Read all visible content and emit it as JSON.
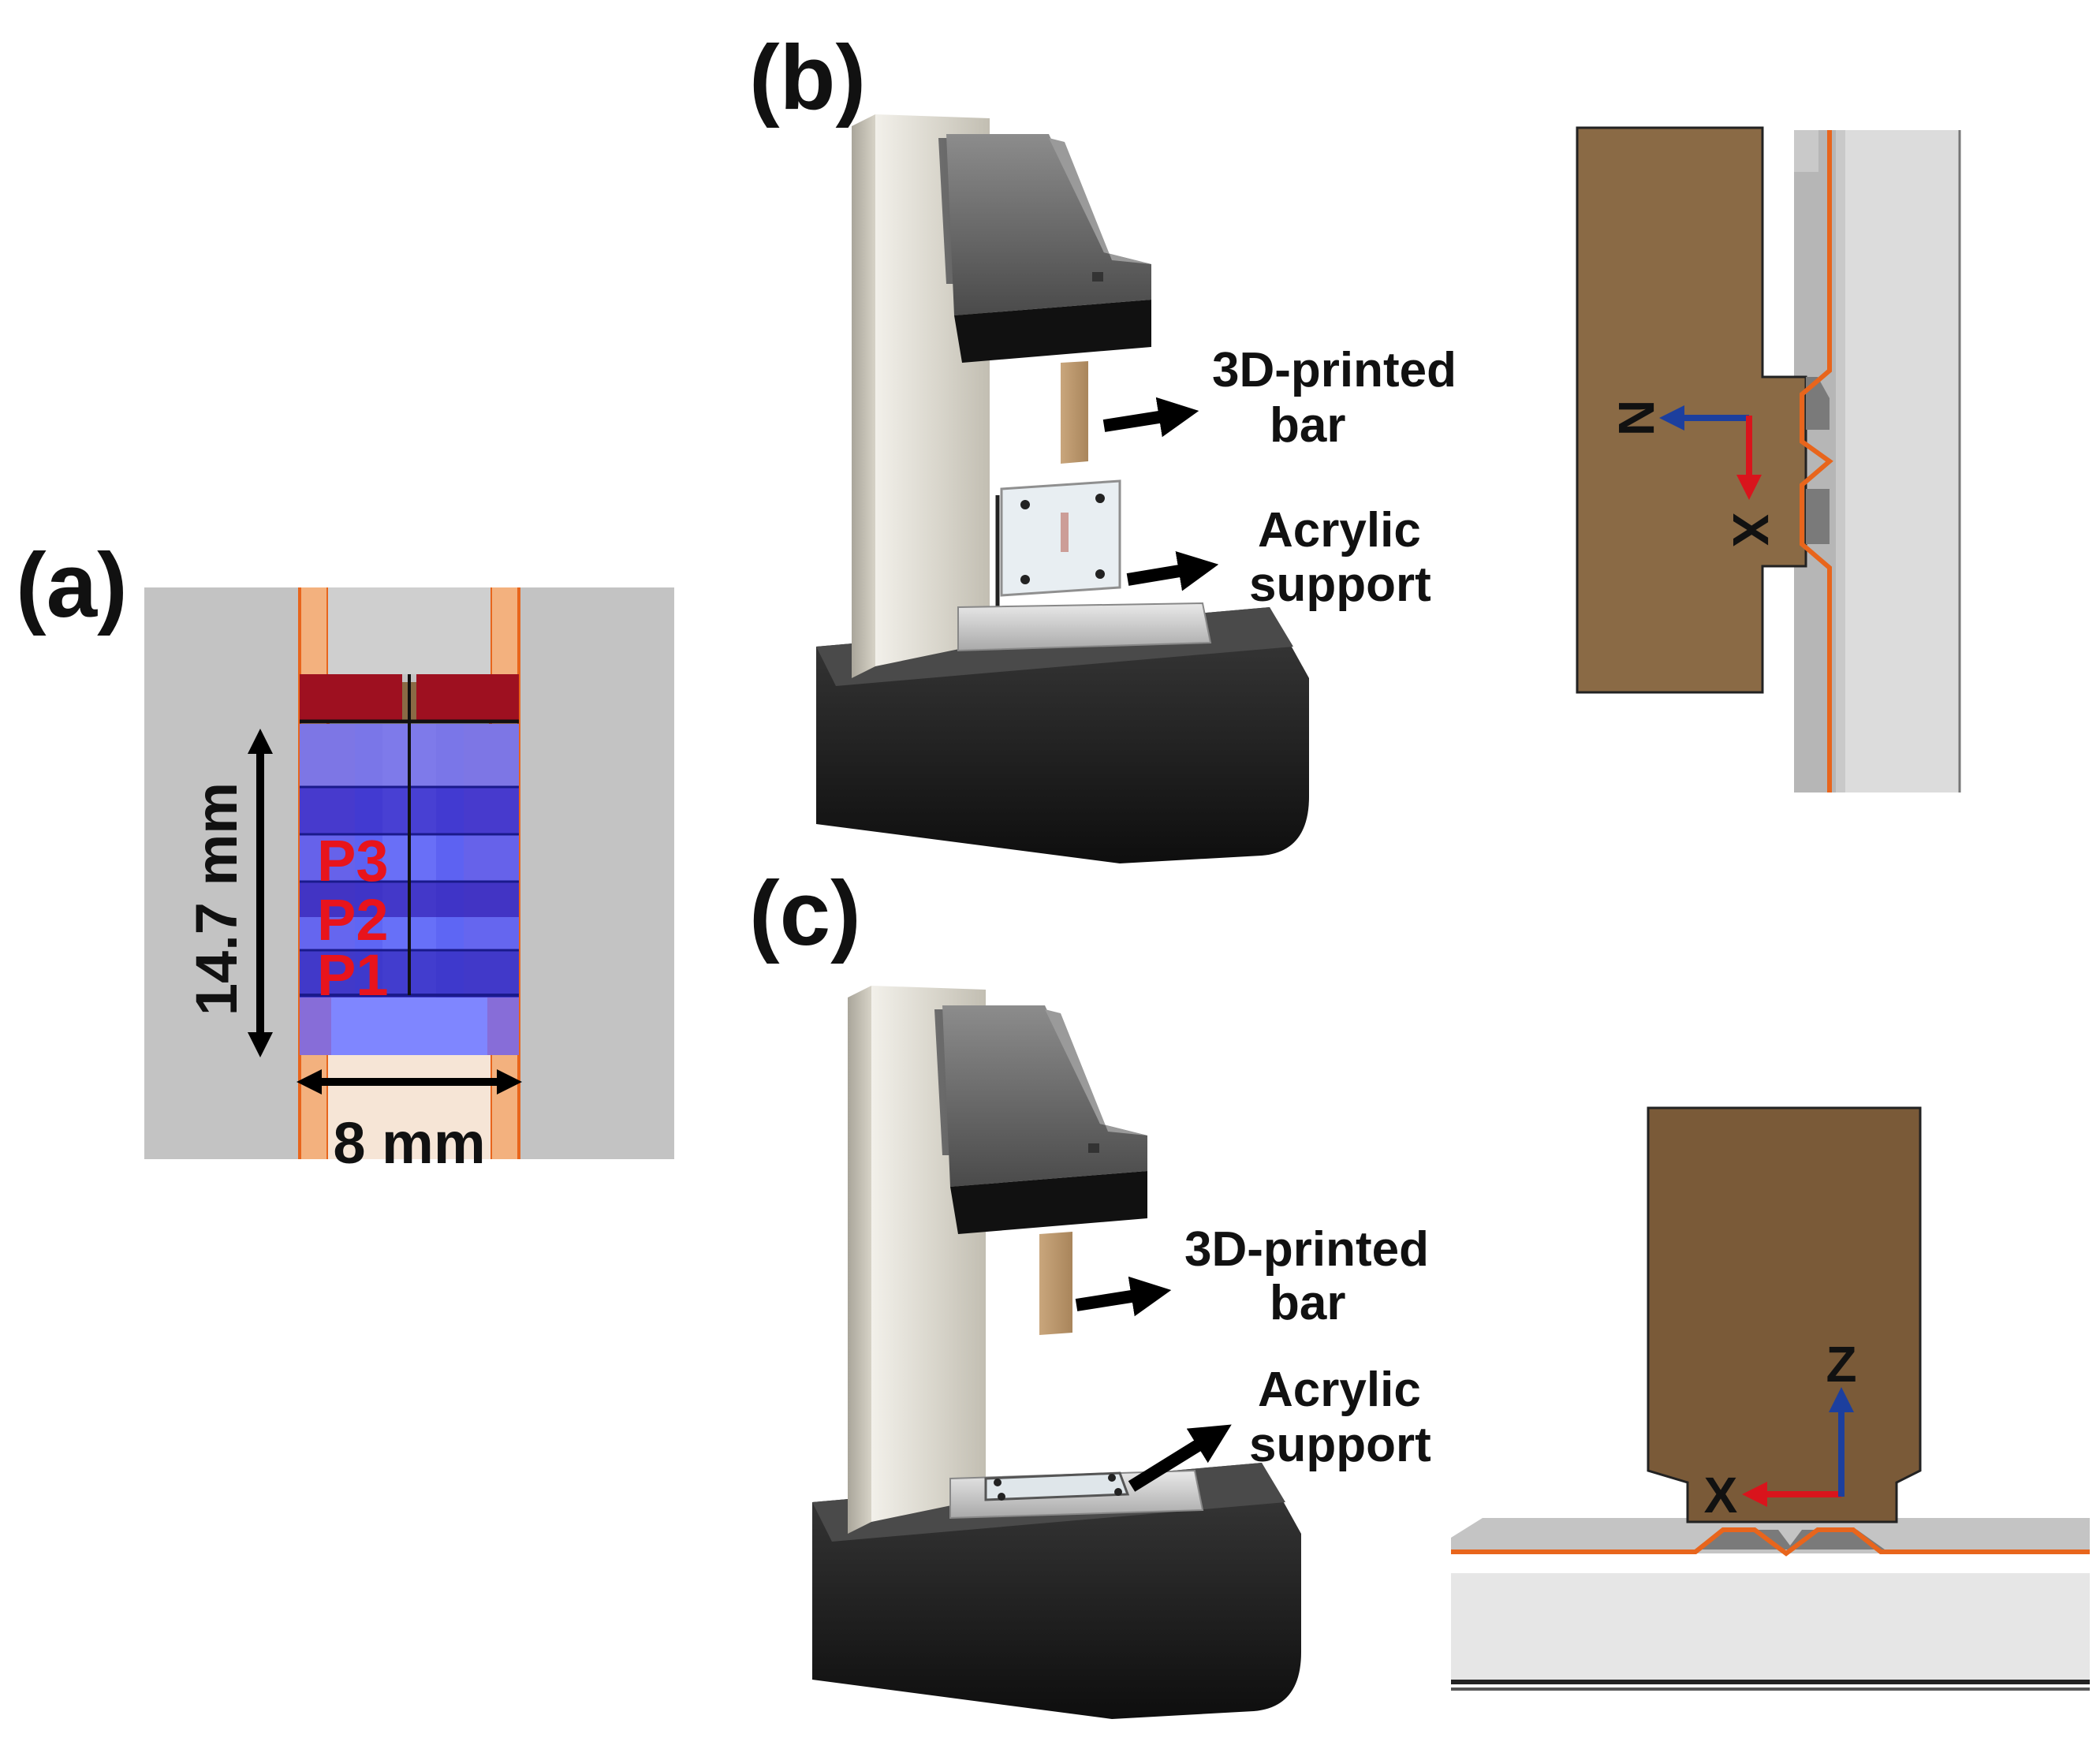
{
  "panels": {
    "a": {
      "label": "(a)"
    },
    "b": {
      "label": "(b)"
    },
    "c": {
      "label": "(c)"
    }
  },
  "panel_a": {
    "dimension_vertical": "14.7 mm",
    "dimension_horizontal": "8 mm",
    "positions": [
      "P3",
      "P2",
      "P1"
    ]
  },
  "panel_b": {
    "bar_label_line1": "3D-printed",
    "bar_label_line2": "bar",
    "support_label_line1": "Acrylic",
    "support_label_line2": "support",
    "axis_horizontal": "N",
    "axis_vertical": "X"
  },
  "panel_c": {
    "bar_label_line1": "3D-printed",
    "bar_label_line2": "bar",
    "support_label_line1": "Acrylic",
    "support_label_line2": "support",
    "axis_horizontal": "X",
    "axis_vertical": "Z"
  },
  "colors": {
    "bar_brown": "#8a6a45",
    "bar_brown_dark": "#7a5a38",
    "orange_line": "#e8651c",
    "axis_red": "#d9141c",
    "axis_blue": "#1c3f9e",
    "label_red": "#e8141c",
    "blue_fill": "#5d63f2",
    "maroon": "#9e1020"
  }
}
